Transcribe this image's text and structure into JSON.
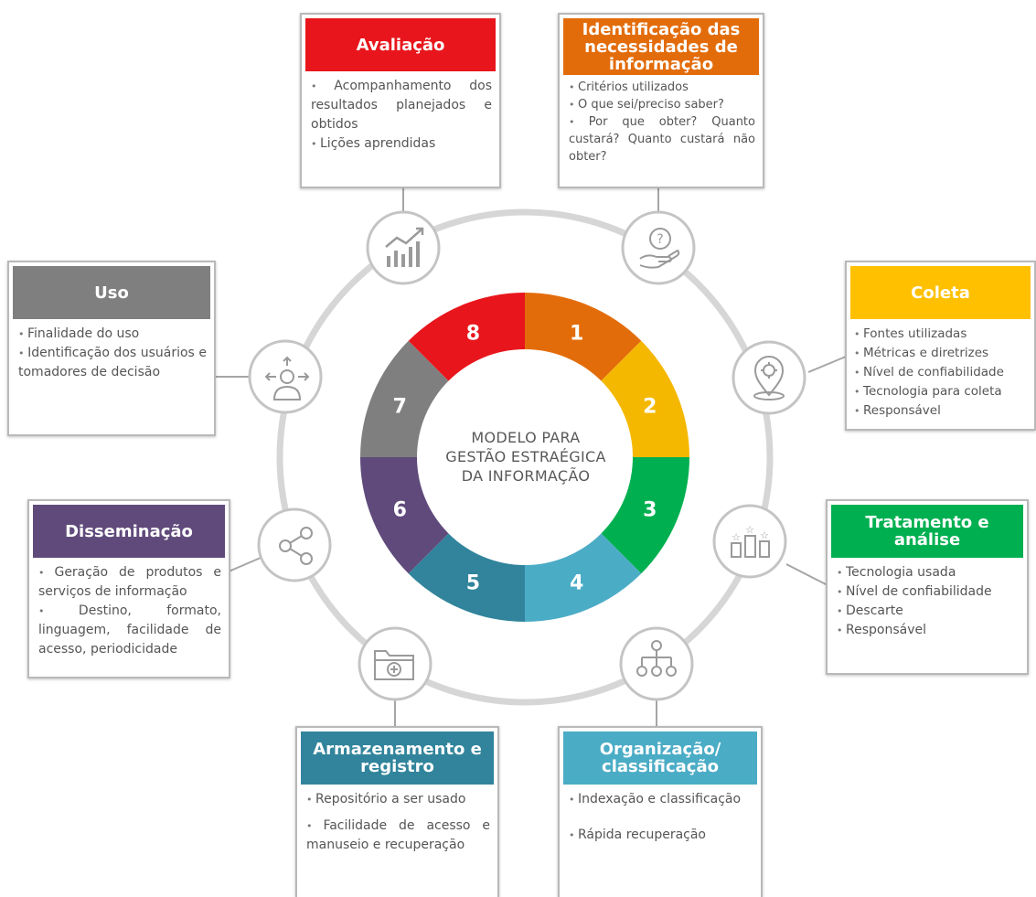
{
  "center_title": [
    "MODELO PARA",
    "GESTÃO ESTRAÉGICA",
    "DA INFORMAÇÃO"
  ],
  "ring_segments": [
    {
      "number": "1",
      "color": "#E36C0A"
    },
    {
      "number": "2",
      "color": "#F5B800"
    },
    {
      "number": "3",
      "color": "#00B050"
    },
    {
      "number": "4",
      "color": "#4BACC6"
    },
    {
      "number": "5",
      "color": "#31849B"
    },
    {
      "number": "6",
      "color": "#604A7B"
    },
    {
      "number": "7",
      "color": "#7F7F7F"
    },
    {
      "number": "8",
      "color": "#E8161C"
    }
  ],
  "boxes": {
    "avaliacao": {
      "title": "Avaliação",
      "color": "#E8161C",
      "items": [
        "Acompanhamento dos resultados planejados e obtidos",
        "Lições aprendidas"
      ]
    },
    "identificacao": {
      "title": "Identificação das necessidades de informação",
      "color": "#E36C0A",
      "items": [
        "Critérios utilizados",
        "O que sei/preciso saber?",
        "Por que obter? Quanto custará? Quanto custará não obter?"
      ]
    },
    "uso": {
      "title": "Uso",
      "color": "#7F7F7F",
      "items": [
        "Finalidade do uso",
        "Identificação dos usuários e tomadores de decisão"
      ]
    },
    "coleta": {
      "title": "Coleta",
      "color": "#FFC000",
      "items": [
        "Fontes utilizadas",
        "Métricas e diretrizes",
        "Nível de confiabilidade",
        "Tecnologia para coleta",
        "Responsável"
      ]
    },
    "disseminacao": {
      "title": "Disseminação",
      "color": "#604A7B",
      "items": [
        "Geração de produtos e serviços de informação",
        "Destino, formato, linguagem, facilidade de acesso, periodicidade"
      ]
    },
    "tratamento": {
      "title": "Tratamento e análise",
      "color": "#00B050",
      "items": [
        "Tecnologia usada",
        "Nível de confiabilidade",
        "Descarte",
        "Responsável"
      ]
    },
    "armazenamento": {
      "title": "Armazenamento e registro",
      "color": "#31849B",
      "items": [
        "Repositório a ser usado",
        "Facilidade de acesso e manuseio e recuperação"
      ]
    },
    "organizacao": {
      "title": "Organização/ classificação",
      "color": "#4BACC6",
      "items": [
        "Indexação e classificação",
        "Rápida recuperação"
      ]
    }
  },
  "icons": [
    "chart-growth-icon",
    "question-hand-icon",
    "location-pin-icon",
    "ranking-stars-icon",
    "hierarchy-icon",
    "folder-add-icon",
    "share-icon",
    "user-arrows-icon"
  ]
}
